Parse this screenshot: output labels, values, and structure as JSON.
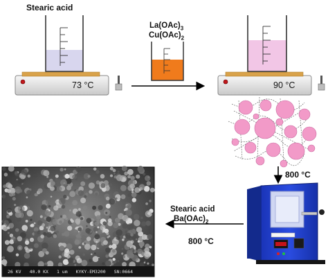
{
  "step1": {
    "reagent_label": "Stearic acid",
    "temperature": "73 °C"
  },
  "step2": {
    "reagent_line1": "La(OAc)",
    "reagent_line1_sub": "3",
    "reagent_line2": "Cu(OAc)",
    "reagent_line2_sub": "2"
  },
  "step3": {
    "temperature": "90 °C"
  },
  "step4": {
    "temperature": "800 °C"
  },
  "step5": {
    "reagent_line1": "Stearic acid",
    "reagent_line2": "Ba(OAc)",
    "reagent_line2_sub": "2",
    "temperature": "800 °C"
  },
  "sem": {
    "voltage": "26 KV",
    "magnification": "40.0 KX",
    "scale": "1 um",
    "instrument": "KYKY-EM3200",
    "serial": "SN:0664"
  },
  "colors": {
    "hotplate_pad": "#d9a24a",
    "beaker_1_fill": "#d8d6ee",
    "beaker_2_fill": "#f07b1c",
    "beaker_3_fill": "#f2c6e6",
    "particles": "#f29ac8",
    "furnace_body": "#2040d0",
    "arrow": "#000000"
  }
}
